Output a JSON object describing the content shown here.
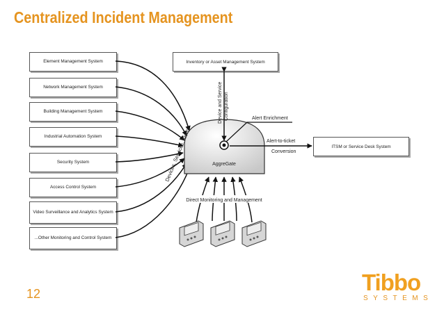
{
  "title": "Centralized Incident Management",
  "page_number": "12",
  "logo": {
    "word": "Tibbo",
    "sub": "SYSTEMS"
  },
  "sources": [
    "Element Management System",
    "Network Management System",
    "Building Management System",
    "Industrial Automation System",
    "Security System",
    "Access Control System",
    "Video Surveillance and Analytics System",
    "...Other Monitoring and Control System"
  ],
  "inventory_box": "Inventory or Asset Management System",
  "itsm_box": "ITSM or Service Desk System",
  "hub_label": "AggreGate",
  "labels": {
    "devices": "Devices, Services, Alerts",
    "device_config_1": "Device and Service",
    "device_config_2": "Configuration",
    "alert_enrichment": "Alert Enrichment",
    "alert_ticket_1": "Alert-to-ticket",
    "alert_ticket_2": "Conversion",
    "direct_monitoring": "Direct Monitoring and Management"
  }
}
